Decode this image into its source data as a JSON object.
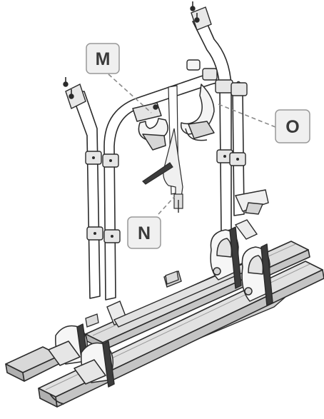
{
  "callouts": [
    {
      "id": "M",
      "label": "M"
    },
    {
      "id": "N",
      "label": "N"
    },
    {
      "id": "O",
      "label": "O"
    }
  ],
  "colors": {
    "outline": "#2b2b2b",
    "rail_fill": "#dadada",
    "rail_shadow": "#b4b4b4",
    "tube_fill": "#ffffff",
    "label_box_fill": "#f0f0f0",
    "label_box_stroke": "#999999",
    "leader_line": "#8a8a8a",
    "strap": "#3c3c3c"
  }
}
